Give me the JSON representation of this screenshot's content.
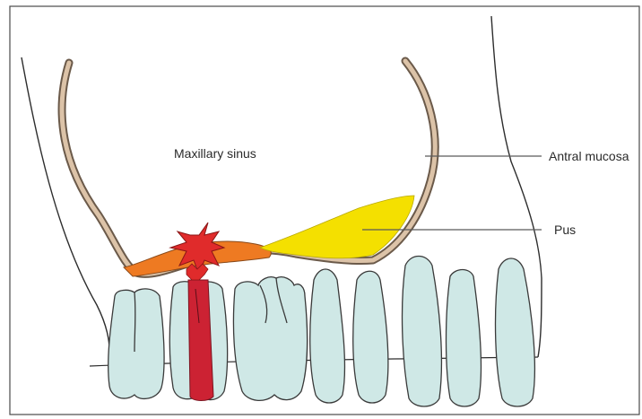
{
  "labels": {
    "maxillary_sinus": "Maxillary sinus",
    "antral_mucosa": "Antral mucosa",
    "pus": "Pus"
  },
  "colors": {
    "tooth_fill": "#cfe8e6",
    "tooth_outline": "#3a3a3a",
    "mucosa_outer": "#6b5a4a",
    "mucosa_inner": "#dcc3a8",
    "inflamed_orange": "#ee7a22",
    "pus_yellow": "#f4e000",
    "infection_red": "#e02b2b",
    "root_red": "#cc2233"
  }
}
